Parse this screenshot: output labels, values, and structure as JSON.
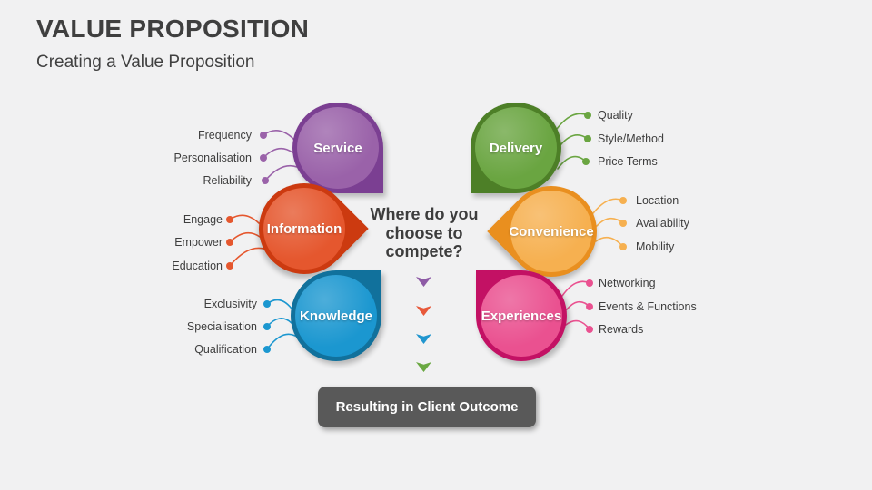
{
  "slide": {
    "title": "VALUE PROPOSITION",
    "subtitle": "Creating a Value Proposition",
    "center_question_lines": [
      "Where do you",
      "choose to",
      "compete?"
    ],
    "outcome_label": "Resulting in Client Outcome",
    "background": "#f1f1f2",
    "title_color": "#3f3f3f",
    "text_color": "#3e3e3e"
  },
  "diagram": {
    "nodes": [
      {
        "id": "service",
        "label": "Service",
        "fill": "#9a62a9",
        "dark": "#7b3f92",
        "items": [
          "Frequency",
          "Personalisation",
          "Reliability"
        ]
      },
      {
        "id": "delivery",
        "label": "Delivery",
        "fill": "#6aa541",
        "dark": "#4d7f27",
        "items": [
          "Quality",
          "Style/Method",
          "Price Terms"
        ]
      },
      {
        "id": "information",
        "label": "Information",
        "fill": "#e5572e",
        "dark": "#cc3a10",
        "items": [
          "Engage",
          "Empower",
          "Education"
        ]
      },
      {
        "id": "convenience",
        "label": "Convenience",
        "fill": "#f6b050",
        "dark": "#e98f1f",
        "items": [
          "Location",
          "Availability",
          "Mobility"
        ]
      },
      {
        "id": "knowledge",
        "label": "Knowledge",
        "fill": "#1b97d0",
        "dark": "#11719c",
        "items": [
          "Exclusivity",
          "Specialisation",
          "Qualification"
        ]
      },
      {
        "id": "experiences",
        "label": "Experiences",
        "fill": "#ea5190",
        "dark": "#c31164",
        "items": [
          "Networking",
          "Events & Functions",
          "Rewards"
        ]
      }
    ],
    "arrow_colors": [
      "#8e5ba6",
      "#e8593a",
      "#2196cf",
      "#6aa842"
    ],
    "outcome_bg": "#595959"
  }
}
